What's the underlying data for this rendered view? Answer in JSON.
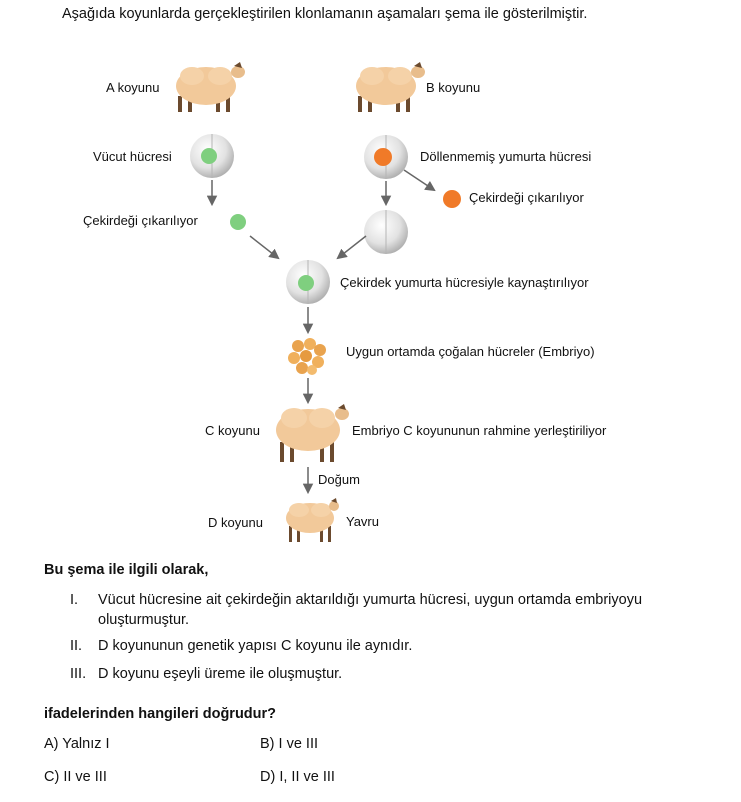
{
  "intro": "Aşağıda koyunlarda gerçekleştirilen klonlamanın aşamaları şema ile gösterilmiştir.",
  "diagram": {
    "a_koyunu": "A koyunu",
    "b_koyunu": "B koyunu",
    "vucut_hucresi": "Vücut hücresi",
    "dollenmemis": "Döllenmemiş yumurta hücresi",
    "cekirdek_left": "Çekirdeği çıkarılıyor",
    "cekirdek_right": "Çekirdeği çıkarılıyor",
    "kaynastiriliyor": "Çekirdek yumurta hücresiyle kaynaştırılıyor",
    "embriyo": "Uygun ortamda çoğalan hücreler (Embriyo)",
    "c_koyunu": "C koyunu",
    "rahim": "Embriyo C koyununun rahmine yerleştiriliyor",
    "dogum": "Doğum",
    "d_koyunu": "D koyunu",
    "yavru": "Yavru"
  },
  "question": {
    "lead": "Bu şema ile ilgili olarak,",
    "statements": [
      {
        "num": "I.",
        "text": "Vücut hücresine ait çekirdeğin aktarıldığı yumurta hücresi, uygun ortamda embriyoyu oluşturmuştur."
      },
      {
        "num": "II.",
        "text": "D koyununun genetik yapısı C koyunu ile aynıdır."
      },
      {
        "num": "III.",
        "text": "D koyunu eşeyli üreme ile oluşmuştur."
      }
    ],
    "prompt": "ifadelerinden hangileri doğrudur?",
    "options": {
      "a": "A) Yalnız I",
      "b": "B) I ve III",
      "c": "C) II ve III",
      "d": "D) I, II ve III"
    }
  },
  "colors": {
    "wool": "#f2c99a",
    "leg": "#6b4a2e",
    "nucleus_green": "#7fcf7f",
    "nucleus_orange": "#f07a28",
    "cell_grey": "#d8d8d8",
    "arrow": "#666666"
  }
}
